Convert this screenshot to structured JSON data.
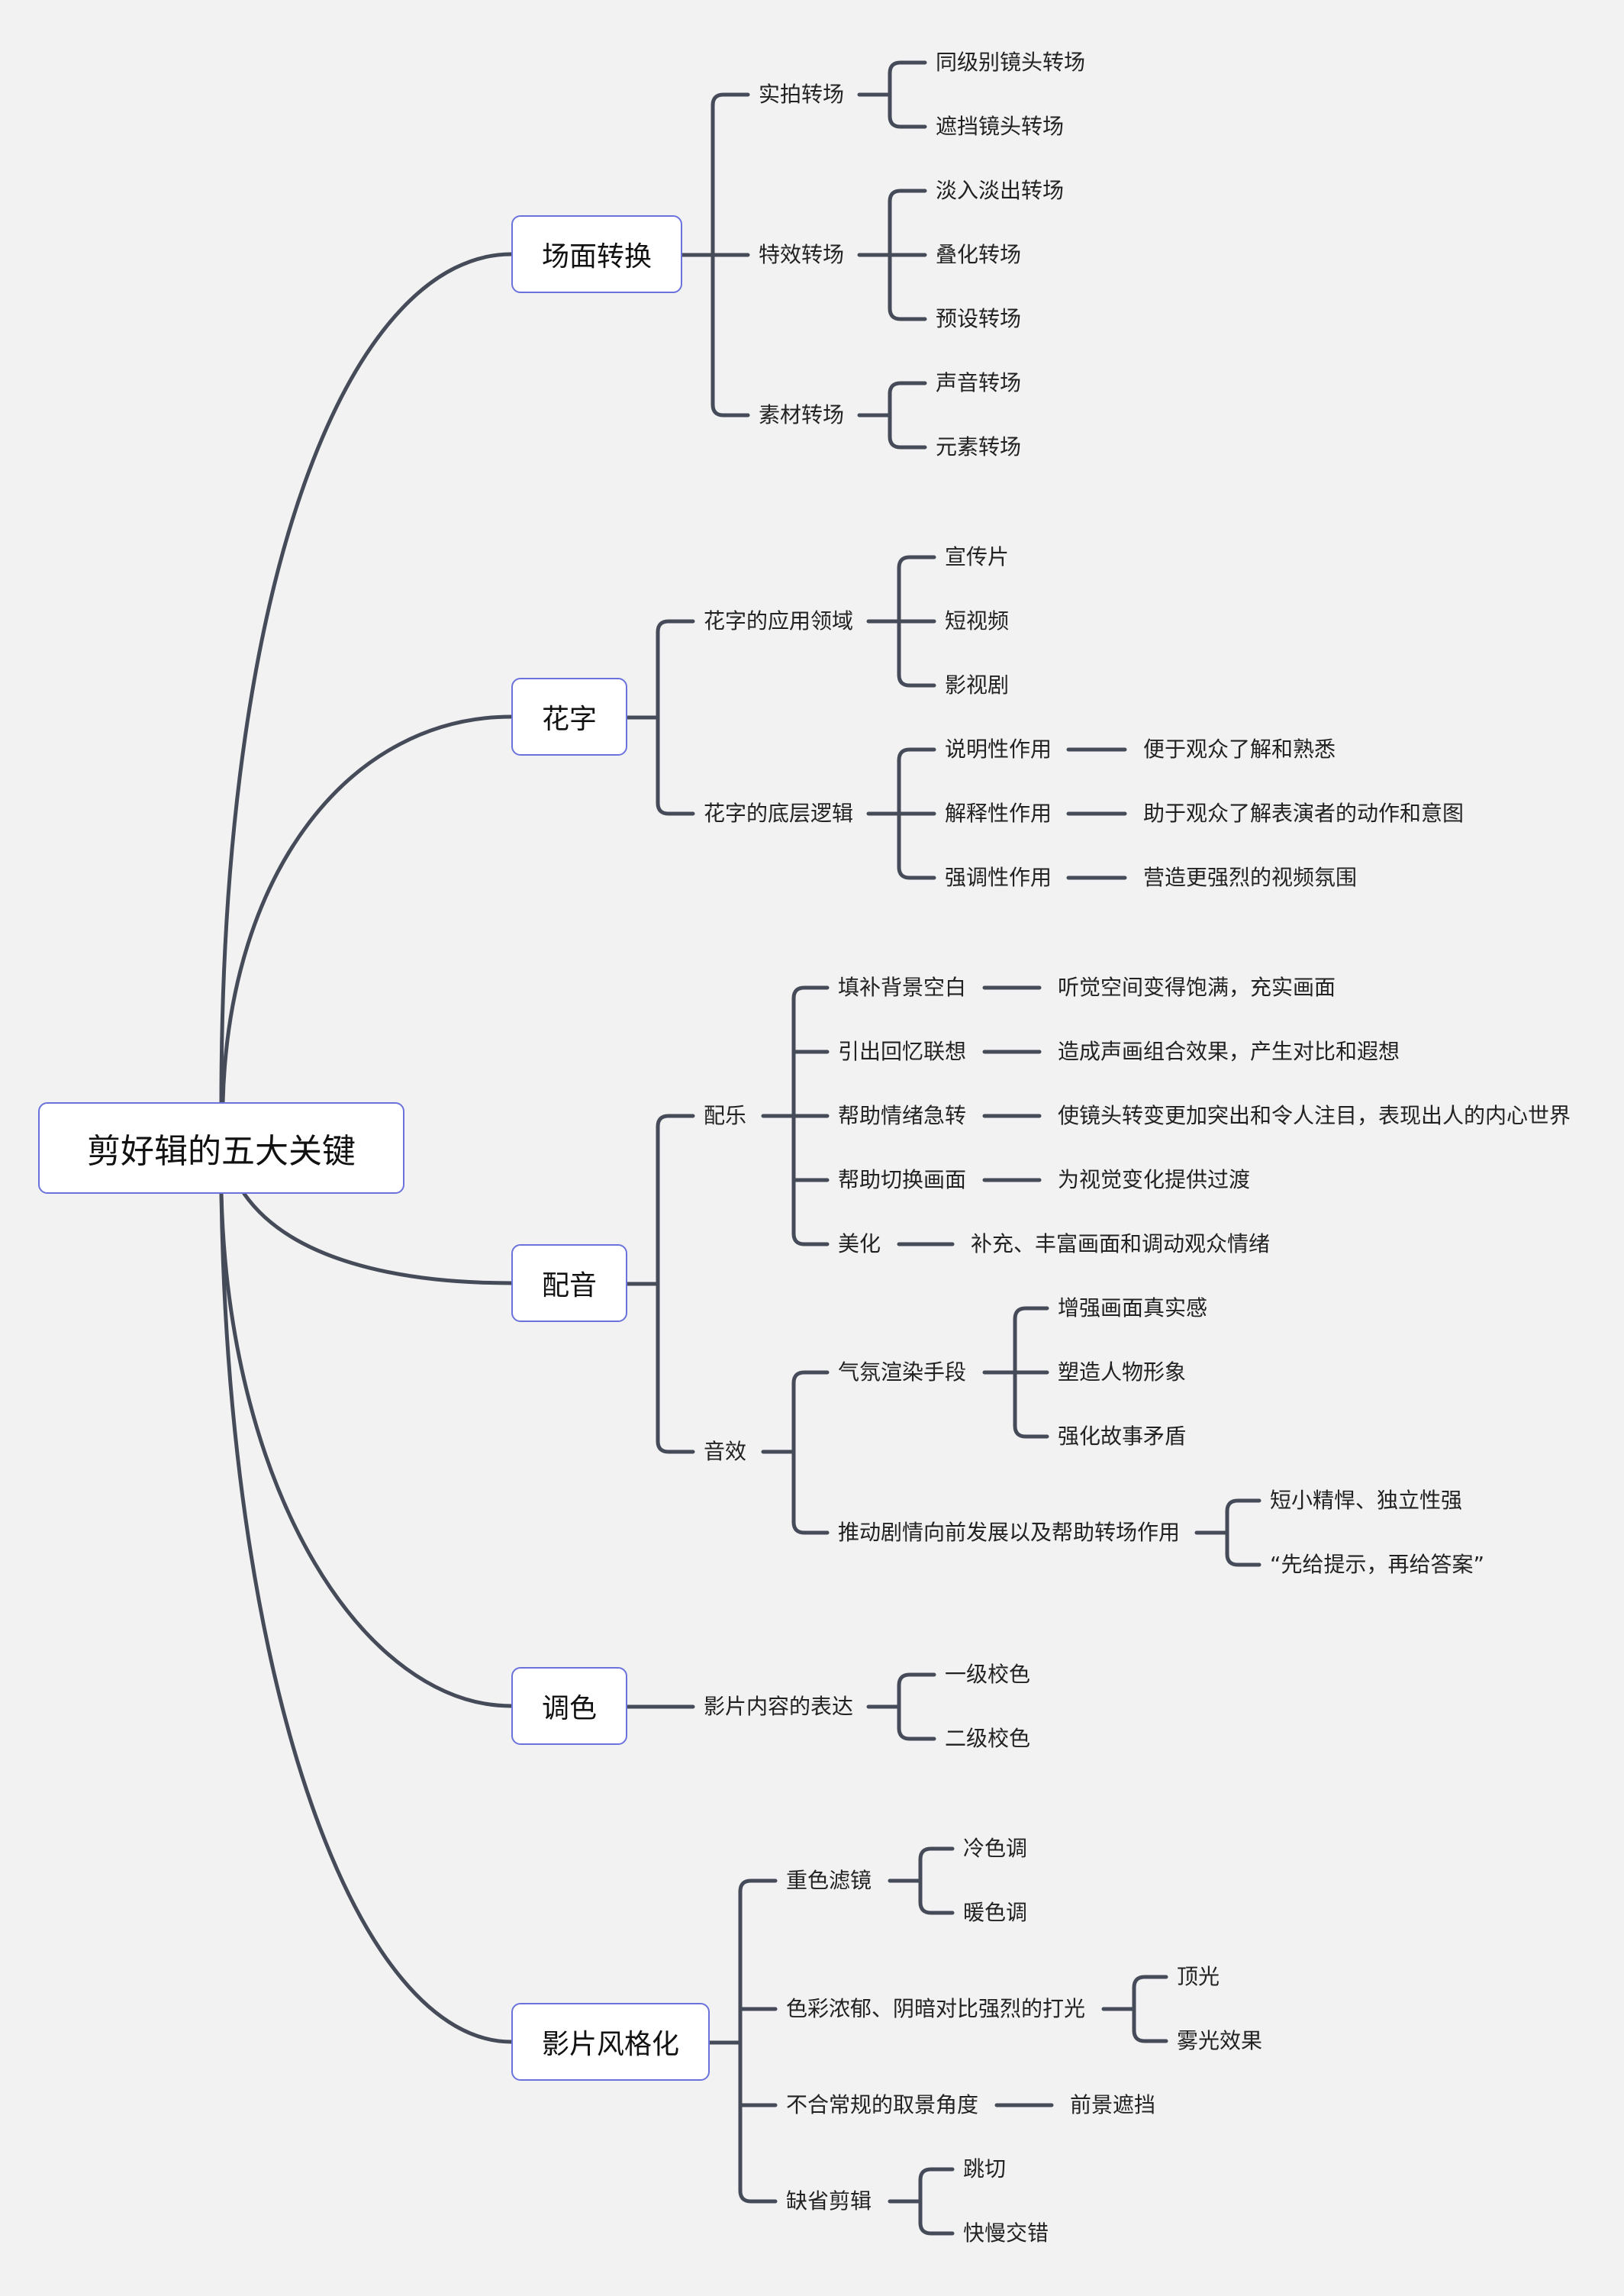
{
  "root": "剪好辑的五大关键",
  "branches": [
    {
      "text": "场面转换",
      "children": [
        {
          "text": "实拍转场",
          "children": [
            {
              "text": "同级别镜头转场"
            },
            {
              "text": "遮挡镜头转场"
            }
          ]
        },
        {
          "text": "特效转场",
          "children": [
            {
              "text": "淡入淡出转场"
            },
            {
              "text": "叠化转场"
            },
            {
              "text": "预设转场"
            }
          ]
        },
        {
          "text": "素材转场",
          "children": [
            {
              "text": "声音转场"
            },
            {
              "text": "元素转场"
            }
          ]
        }
      ]
    },
    {
      "text": "花字",
      "children": [
        {
          "text": "花字的应用领域",
          "children": [
            {
              "text": "宣传片"
            },
            {
              "text": "短视频"
            },
            {
              "text": "影视剧"
            }
          ]
        },
        {
          "text": "花字的底层逻辑",
          "children": [
            {
              "text": "说明性作用",
              "children": [
                {
                  "text": "便于观众了解和熟悉"
                }
              ]
            },
            {
              "text": "解释性作用",
              "children": [
                {
                  "text": "助于观众了解表演者的动作和意图"
                }
              ]
            },
            {
              "text": "强调性作用",
              "children": [
                {
                  "text": "营造更强烈的视频氛围"
                }
              ]
            }
          ]
        }
      ]
    },
    {
      "text": "配音",
      "children": [
        {
          "text": "配乐",
          "children": [
            {
              "text": "填补背景空白",
              "children": [
                {
                  "text": "听觉空间变得饱满，充实画面"
                }
              ]
            },
            {
              "text": "引出回忆联想",
              "children": [
                {
                  "text": "造成声画组合效果，产生对比和遐想"
                }
              ]
            },
            {
              "text": "帮助情绪急转",
              "children": [
                {
                  "text": "使镜头转变更加突出和令人注目，表现出人的内心世界"
                }
              ]
            },
            {
              "text": "帮助切换画面",
              "children": [
                {
                  "text": "为视觉变化提供过渡"
                }
              ]
            },
            {
              "text": "美化",
              "children": [
                {
                  "text": "补充、丰富画面和调动观众情绪"
                }
              ]
            }
          ]
        },
        {
          "text": "音效",
          "children": [
            {
              "text": "气氛渲染手段",
              "children": [
                {
                  "text": "增强画面真实感"
                },
                {
                  "text": "塑造人物形象"
                },
                {
                  "text": "强化故事矛盾"
                }
              ]
            },
            {
              "text": "推动剧情向前发展以及帮助转场作用",
              "children": [
                {
                  "text": "短小精悍、独立性强"
                },
                {
                  "text": "“先给提示，再给答案”"
                }
              ]
            }
          ]
        }
      ]
    },
    {
      "text": "调色",
      "children": [
        {
          "text": "影片内容的表达",
          "children": [
            {
              "text": "一级校色"
            },
            {
              "text": "二级校色"
            }
          ]
        }
      ]
    },
    {
      "text": "影片风格化",
      "children": [
        {
          "text": "重色滤镜",
          "children": [
            {
              "text": "冷色调"
            },
            {
              "text": "暖色调"
            }
          ]
        },
        {
          "text": "色彩浓郁、阴暗对比强烈的打光",
          "children": [
            {
              "text": "顶光"
            },
            {
              "text": "雾光效果"
            }
          ]
        },
        {
          "text": "不合常规的取景角度",
          "children": [
            {
              "text": "前景遮挡"
            }
          ]
        },
        {
          "text": "缺省剪辑",
          "children": [
            {
              "text": "跳切"
            },
            {
              "text": "快慢交错"
            }
          ]
        }
      ]
    }
  ],
  "colors": {
    "background": "#f2f2f2",
    "line": "#454b59",
    "box_border": "#6a72dc",
    "text": "#222222"
  }
}
